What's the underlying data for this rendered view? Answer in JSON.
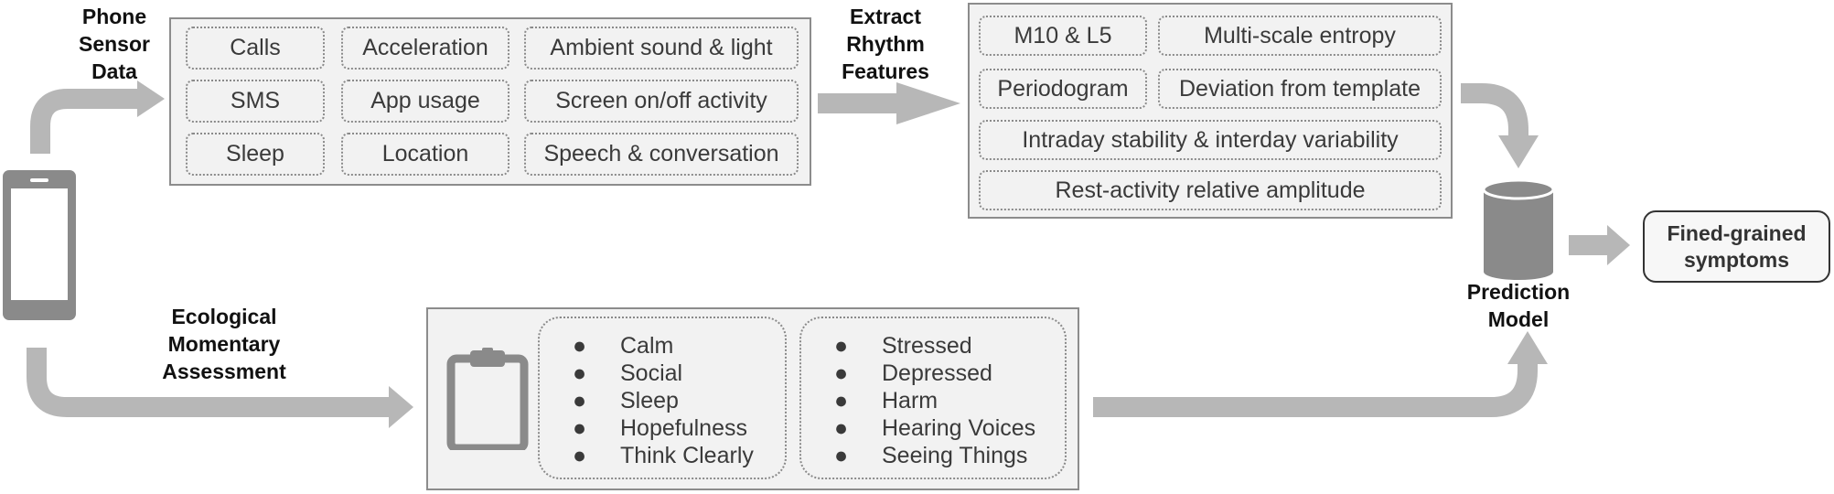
{
  "labels": {
    "phone_sensor": [
      "Phone",
      "Sensor",
      "Data"
    ],
    "extract_rhythm": [
      "Extract",
      "Rhythm",
      "Features"
    ],
    "ema": [
      "Ecological",
      "Momentary",
      "Assessment"
    ],
    "prediction_model": [
      "Prediction",
      "Model"
    ]
  },
  "sensor_data": {
    "items": [
      "Calls",
      "Acceleration",
      "Ambient sound & light",
      "SMS",
      "App usage",
      "Screen on/off activity",
      "Sleep",
      "Location",
      "Speech & conversation"
    ]
  },
  "rhythm_features": {
    "items": [
      "M10 & L5",
      "Multi-scale entropy",
      "Periodogram",
      "Deviation from template",
      "Intraday stability & interday variability",
      "Rest-activity relative amplitude"
    ]
  },
  "ema": {
    "left": [
      "Calm",
      "Social",
      "Sleep",
      "Hopefulness",
      "Think Clearly"
    ],
    "right": [
      "Stressed",
      "Depressed",
      "Harm",
      "Hearing Voices",
      "Seeing Things"
    ],
    "bullet": "●"
  },
  "output": {
    "lines": [
      "Fined-grained",
      "symptoms"
    ]
  },
  "icons": [
    "phone-icon",
    "clipboard-icon",
    "database-icon"
  ],
  "colors": {
    "arrow": "#b7b7b7",
    "icon": "#8a8a8a",
    "panel_bg": "#f2f2f2"
  }
}
